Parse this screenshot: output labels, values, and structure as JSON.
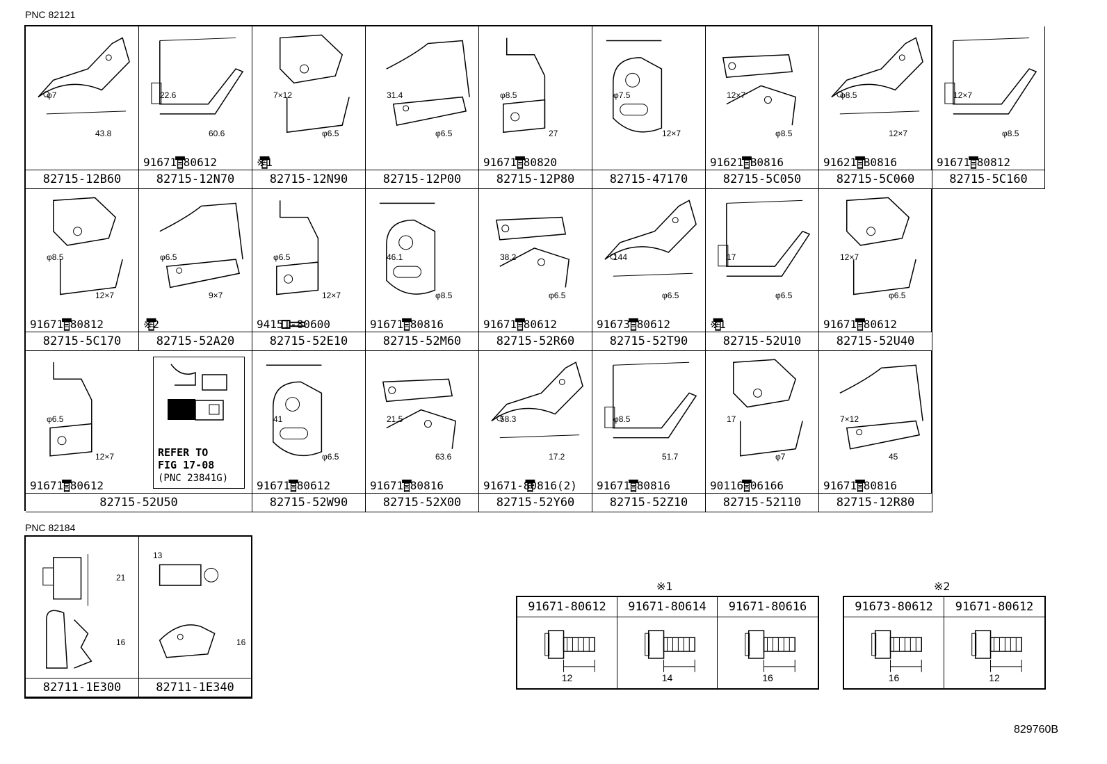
{
  "pnc_top": "PNC 82121",
  "pnc_bottom": "PNC 82184",
  "figure_id": "829760B",
  "rows": [
    [
      {
        "pn": "82715-12B60",
        "bolt": "",
        "dims": [
          "φ7",
          "43.8"
        ]
      },
      {
        "pn": "82715-12N70",
        "bolt": "91671-80612",
        "dims": [
          "22.6",
          "60.6"
        ]
      },
      {
        "pn": "82715-12N90",
        "bolt": "※1",
        "dims": [
          "7×12",
          "φ6.5"
        ]
      },
      {
        "pn": "82715-12P00",
        "bolt": "",
        "dims": [
          "31.4",
          "φ6.5"
        ]
      },
      {
        "pn": "82715-12P80",
        "bolt": "91671-80820",
        "dims": [
          "φ8.5",
          "27"
        ]
      },
      {
        "pn": "82715-47170",
        "bolt": "",
        "dims": [
          "φ7.5",
          "12×7"
        ]
      },
      {
        "pn": "82715-5C050",
        "bolt": "91621-B0816",
        "dims": [
          "12×7",
          "φ8.5"
        ]
      },
      {
        "pn": "82715-5C060",
        "bolt": "91621-B0816",
        "dims": [
          "φ8.5",
          "12×7"
        ]
      },
      {
        "pn": "82715-5C160",
        "bolt": "91671-80812",
        "dims": [
          "12×7",
          "φ8.5"
        ]
      }
    ],
    [
      {
        "pn": "82715-5C170",
        "bolt": "91671-80812",
        "dims": [
          "φ8.5",
          "12×7"
        ]
      },
      {
        "pn": "82715-52A20",
        "bolt": "※2",
        "dims": [
          "φ6.5",
          "9×7"
        ]
      },
      {
        "pn": "82715-52E10",
        "bolt": "94151-80600",
        "dims": [
          "φ6.5",
          "12×7"
        ]
      },
      {
        "pn": "82715-52M60",
        "bolt": "91671-80816",
        "dims": [
          "46.1",
          "φ8.5"
        ]
      },
      {
        "pn": "82715-52R60",
        "bolt": "91671-80612",
        "dims": [
          "38.2",
          "φ6.5"
        ]
      },
      {
        "pn": "82715-52T90",
        "bolt": "91673-80612",
        "dims": [
          "144",
          "φ6.5"
        ]
      },
      {
        "pn": "82715-52U10",
        "bolt": "※1",
        "dims": [
          "17",
          "φ6.5"
        ]
      },
      {
        "pn": "82715-52U40",
        "bolt": "91671-80612",
        "dims": [
          "12×7",
          "φ6.5"
        ]
      }
    ],
    [
      {
        "pn": "82715-52U50",
        "bolt": "91671-80612",
        "dims": [
          "φ6.5",
          "12×7"
        ]
      },
      {
        "pn": "82715-52W90",
        "bolt": "91671-80612",
        "dims": [
          "41",
          "φ6.5"
        ]
      },
      {
        "pn": "82715-52X00",
        "bolt": "91671-80816",
        "dims": [
          "21.5",
          "63.6"
        ]
      },
      {
        "pn": "82715-52Y60",
        "bolt": "91671-80816(2)",
        "dims": [
          "58.3",
          "17.2"
        ]
      },
      {
        "pn": "82715-52Z10",
        "bolt": "91671-80816",
        "dims": [
          "φ8.5",
          "51.7"
        ]
      },
      {
        "pn": "82715-52110",
        "bolt": "90116-06166",
        "dims": [
          "17",
          "φ7"
        ]
      },
      {
        "pn": "82715-12R80",
        "bolt": "91671-80816",
        "dims": [
          "7×12",
          "45"
        ]
      }
    ]
  ],
  "refer": {
    "line1": "REFER TO",
    "line2": "FIG 17-08",
    "line3": "(PNC 23841G)"
  },
  "clips": [
    {
      "pn": "82711-1E300",
      "dims": [
        "21",
        "16"
      ]
    },
    {
      "pn": "82711-1E340",
      "dims": [
        "13",
        "16"
      ]
    }
  ],
  "table1": {
    "mark": "※1",
    "cols": [
      {
        "pn": "91671-80612",
        "len": "12"
      },
      {
        "pn": "91671-80614",
        "len": "14"
      },
      {
        "pn": "91671-80616",
        "len": "16"
      }
    ]
  },
  "table2": {
    "mark": "※2",
    "cols": [
      {
        "pn": "91673-80612",
        "len": "16"
      },
      {
        "pn": "91671-80612",
        "len": "12"
      }
    ]
  }
}
